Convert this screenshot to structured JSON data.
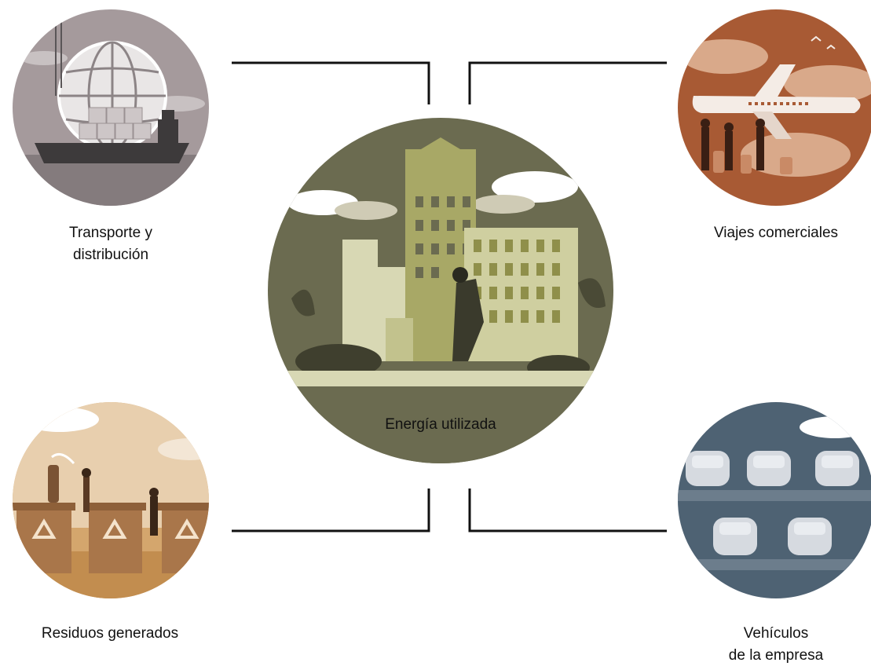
{
  "nodes": {
    "center": {
      "label": "Energía utilizada",
      "color": "#6b6b50",
      "icon": "factory-building-illustration"
    },
    "top_left": {
      "label": "Transporte y\ndistribución",
      "color": "#a59a9c",
      "icon": "cargo-ship-globe-illustration"
    },
    "top_right": {
      "label": "Viajes comerciales",
      "color": "#a85a34",
      "icon": "airplane-travelers-illustration"
    },
    "bottom_left": {
      "label": "Residuos generados",
      "color": "#d4a66d",
      "icon": "recycling-bins-illustration"
    },
    "bottom_right": {
      "label": "Vehículos\nde la empresa",
      "color": "#4e6273",
      "icon": "parked-cars-illustration"
    }
  }
}
